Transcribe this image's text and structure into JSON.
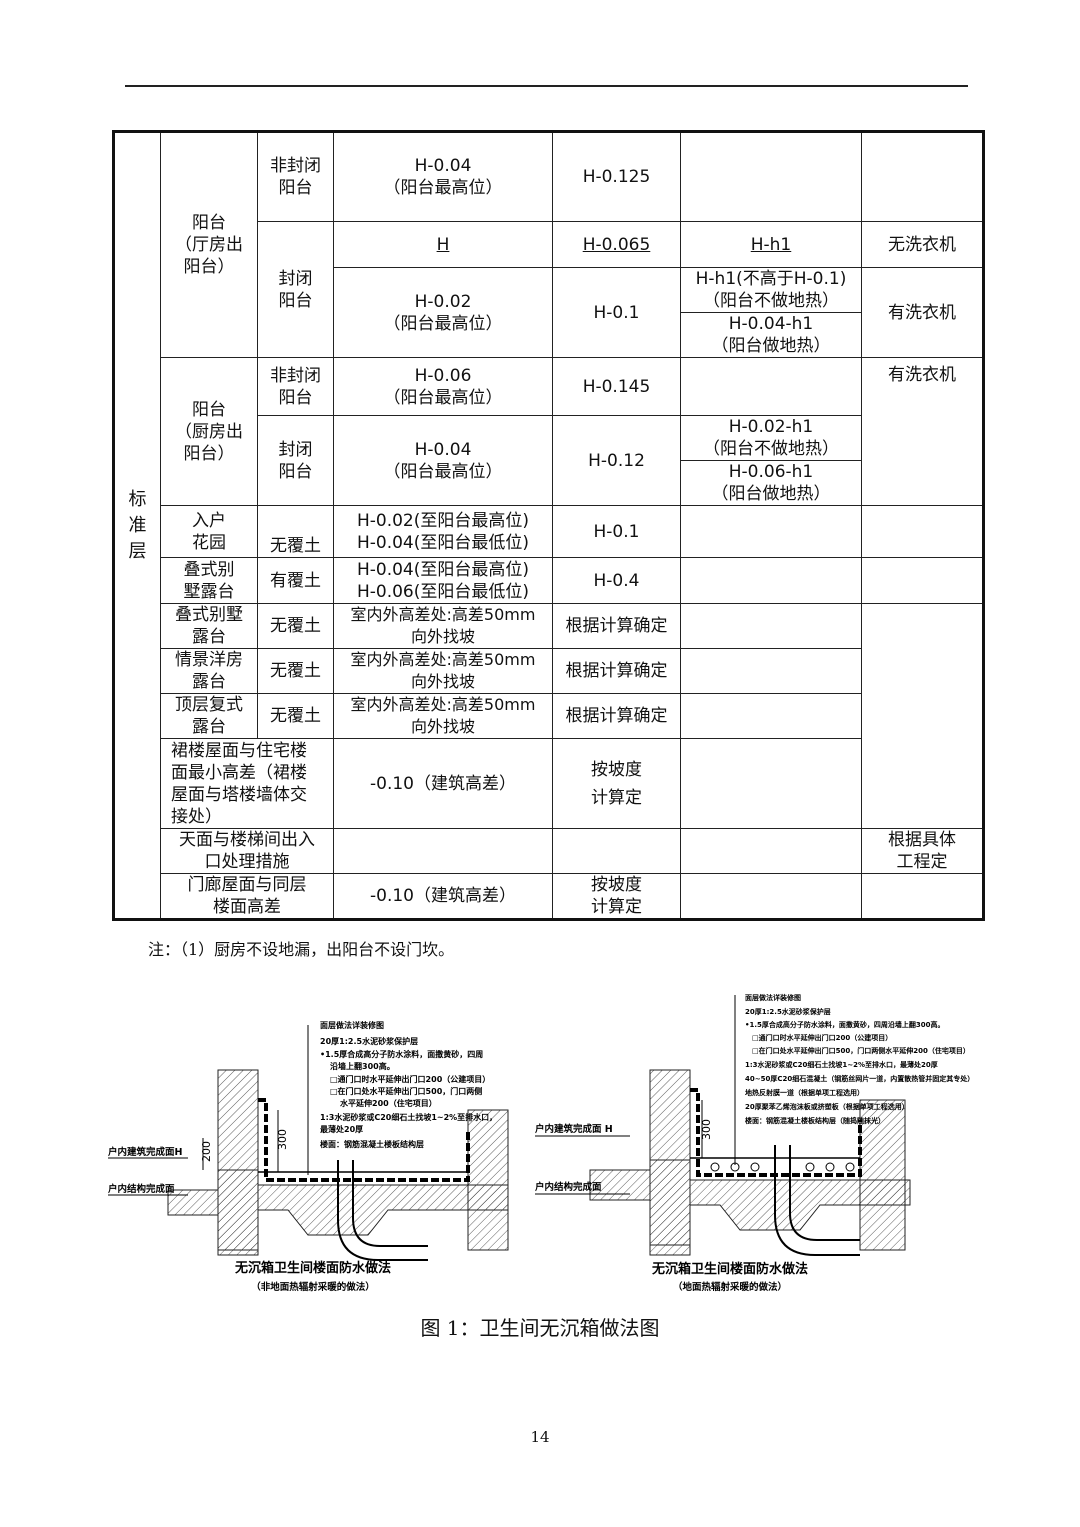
{
  "table": {
    "section": "标准层",
    "living_balcony": {
      "label": "阳台\n（厅房出\n阳台）",
      "open": {
        "type": "非封闭\n阳台",
        "c1": "H-0.04\n（阳台最高位）",
        "c2": "H-0.125"
      },
      "closed_top": {
        "c1": "H",
        "c2": "H-0.065",
        "c3": "H-h1",
        "c4": "无洗衣机"
      },
      "closed": {
        "type": "封闭\n阳台",
        "c1": "H-0.02\n（阳台最高位）",
        "c2": "H-0.1",
        "c3a": "H-h1(不高于H-0.1)\n（阳台不做地热）",
        "c3b": "H-0.04-h1\n（阳台做地热）",
        "c4": "有洗衣机"
      }
    },
    "kitchen_balcony": {
      "label": "阳台\n（厨房出\n阳台）",
      "open": {
        "type": "非封闭\n阳台",
        "c1": "H-0.06\n（阳台最高位）",
        "c2": "H-0.145"
      },
      "closed": {
        "type": "封闭\n阳台",
        "c1": "H-0.04\n（阳台最高位）",
        "c2": "H-0.12",
        "c3a": "H-0.02-h1\n（阳台不做地热）",
        "c3b": "H-0.06-h1\n（阳台做地热）"
      },
      "c4": "有洗衣机"
    },
    "garden": {
      "label": "入户\n花园",
      "type": "无覆土",
      "c1": "H-0.02(至阳台最高位)\nH-0.04(至阳台最低位)",
      "c2": "H-0.1"
    },
    "villa_soil": {
      "label": "叠式别\n墅露台",
      "type": "有覆土",
      "c1": "H-0.04(至阳台最高位)\nH-0.06(至阳台最低位)",
      "c2": "H-0.4"
    },
    "villa_nosoil": {
      "label": "叠式别墅\n露台",
      "type": "无覆土",
      "c1": "室内外高差处:高差50mm\n向外找坡",
      "c2": "根据计算确定"
    },
    "western": {
      "label": "情景洋房\n露台",
      "type": "无覆土",
      "c1": "室内外高差处:高差50mm\n向外找坡",
      "c2": "根据计算确定"
    },
    "duplex": {
      "label": "顶层复式\n露台",
      "type": "无覆土",
      "c1": "室内外高差处:高差50mm\n向外找坡",
      "c2": "根据计算确定"
    },
    "podium": {
      "label": "裙楼屋面与住宅楼\n面最小高差（裙楼\n屋面与塔楼墙体交\n接处）",
      "c1": "-0.10（建筑高差）",
      "c2": "按坡度\n计算定"
    },
    "roof_stair": {
      "label": "天面与楼梯间出入\n口处理措施",
      "c4": "根据具体\n工程定"
    },
    "porch": {
      "label": "门廊屋面与同层\n楼面高差",
      "c1": "-0.10（建筑高差）",
      "c2": "按坡度\n计算定"
    }
  },
  "note": "注：（1）厨房不设地漏，出阳台不设门坎。",
  "figure_left": {
    "title": "无沉箱卫生间楼面防水做法",
    "subtitle": "（非地面热辐射采暖的做法）",
    "dim": "300",
    "dim2": "200",
    "label_finish": "户内建筑完成面H",
    "label_struct": "户内结构完成面",
    "callouts": [
      "面层做法详装修图",
      "20厚1:2.5水泥砂浆保护层",
      "•1.5厚合成高分子防水涂料，面撒黄砂，四周",
      "沿墙上翻300高。",
      "□通门口时水平延伸出门口200（公建项目）",
      "□在门口处水平延伸出门口500，门口两侧",
      "水平延伸200（住宅项目）",
      "1:3水泥砂浆或C20细石土找坡1~2%至排水口，",
      "最薄处20厚",
      "楼面：钢筋混凝土楼板结构层"
    ]
  },
  "figure_right": {
    "title": "无沉箱卫生间楼面防水做法",
    "subtitle": "（地面热辐射采暖的做法）",
    "dim": "300",
    "label_finish": "户内建筑完成面 H",
    "label_struct": "户内结构完成面",
    "callouts": [
      "面层做法详装修图",
      "20厚1:2.5水泥砂浆保护层",
      "•1.5厚合成高分子防水涂料，面撒黄砂，四周沿墙上翻300高。",
      "□通门口时水平延伸出门口200（公建项目）",
      "□在门口处水平延伸出门口500，门口两侧水平延伸200（住宅项目）",
      "1:3水泥砂浆或C20细石土找坡1~2%至排水口，最薄处20厚",
      "40~50厚C20细石混凝土（钢筋丝网片一道，内置散热管并固定其专处）",
      "地热反射膜一道（根据单项工程选用）",
      "20厚聚苯乙烯泡沫板或挤塑板（根据单项工程选用）",
      "楼面：钢筋混凝土楼板结构层（随捣随抹光）"
    ]
  },
  "figure_caption": "图 1：卫生间无沉箱做法图",
  "page_number": "14"
}
